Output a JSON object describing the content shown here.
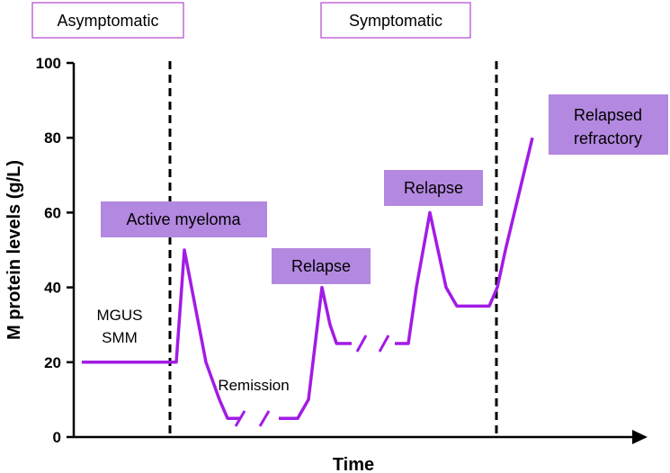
{
  "chart_data": {
    "type": "line",
    "xlabel": "Time",
    "ylabel": "M protein levels (g/L)",
    "ylim": [
      0,
      100
    ],
    "yticks": [
      0,
      20,
      40,
      60,
      80,
      100
    ],
    "grid": false,
    "line_color": "#a21be6",
    "box_color": "#b388e0",
    "phase_border_color": "#c06ad8",
    "phases": [
      "Asymptomatic",
      "Symptomatic"
    ],
    "series": [
      {
        "segments": [
          {
            "x": [
              0.0,
              1.75,
              1.9,
              2.3,
              2.55,
              2.7,
              2.95
            ],
            "y": [
              20,
              20,
              50,
              20,
              10,
              5,
              5
            ]
          },
          {
            "x": [
              3.65,
              4.0,
              4.2,
              4.45,
              4.6,
              4.72,
              5.0
            ],
            "y": [
              5,
              5,
              10,
              40,
              30,
              25,
              25
            ]
          },
          {
            "x": [
              5.8,
              6.05,
              6.2,
              6.45,
              6.75,
              6.95,
              7.55,
              7.7,
              7.85,
              8.35
            ],
            "y": [
              25,
              25,
              40,
              60,
              40,
              35,
              35,
              40,
              50,
              80
            ]
          }
        ]
      }
    ],
    "annotations": [
      "MGUS",
      "SMM",
      "Remission",
      "Active myeloma",
      "Relapse",
      "Relapse",
      "Relapsed",
      "refractory"
    ]
  }
}
